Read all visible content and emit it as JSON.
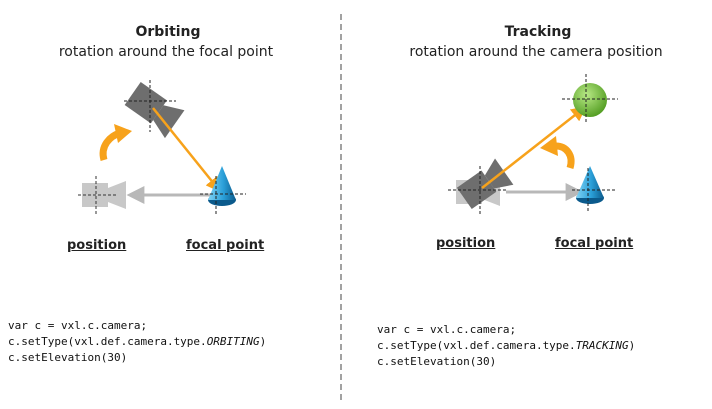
{
  "left_panel": {
    "title": "Orbiting",
    "subtitle": "rotation around the focal point",
    "position_label": "position",
    "focal_label": "focal point",
    "code": {
      "line1": "var c = vxl.c.camera;",
      "line2_prefix": "c.setType(vxl.def.camera.type.",
      "line2_type": "ORBITING",
      "line2_suffix": ")",
      "line3": "c.setElevation(30)"
    }
  },
  "right_panel": {
    "title": "Tracking",
    "subtitle": "rotation around the camera position",
    "position_label": "position",
    "focal_label": "focal point",
    "code": {
      "line1": "var c = vxl.c.camera;",
      "line2_prefix": "c.setType(vxl.def.camera.type.",
      "line2_type": "TRACKING",
      "line2_suffix": ")",
      "line3": "c.setElevation(30)"
    }
  },
  "colors": {
    "orange": "#f7a21b",
    "cone_blue": "#2a9fd8",
    "focal_green": "#7cc242",
    "camera_gray": "#6e6e6e",
    "ghost_gray": "#c8c8c8"
  }
}
